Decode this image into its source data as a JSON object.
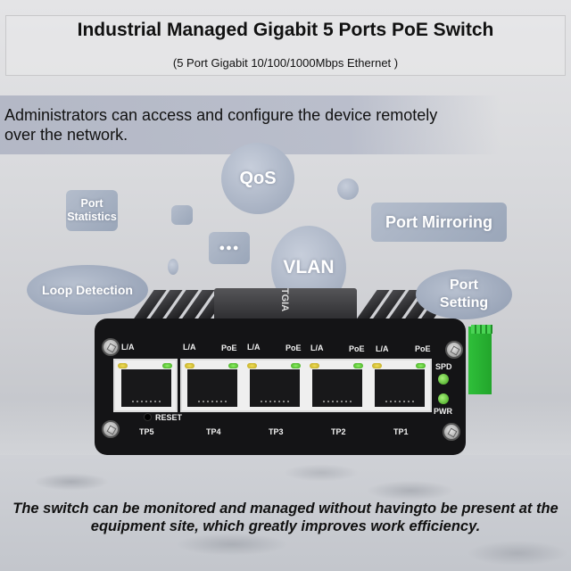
{
  "header": {
    "title": "Industrial Managed Gigabit 5 Ports PoE Switch",
    "subtitle": "(5 Port Gigabit 10/100/1000Mbps Ethernet )"
  },
  "intro": {
    "text": "Administrators can access and configure the device remotely over the network."
  },
  "features": {
    "qos": "QoS",
    "port_statistics_line1": "Port",
    "port_statistics_line2": "Statistics",
    "port_mirroring": "Port Mirroring",
    "vlan": "VLAN",
    "loop_detection": "Loop Detection",
    "port_setting_line1": "Port",
    "port_setting_line2": "Setting",
    "dots": "●●●"
  },
  "device": {
    "logo": "TGIA",
    "reset_label": "RESET",
    "led_labels": {
      "la": "L/A",
      "poe": "PoE",
      "spd": "SPD",
      "pwr": "PWR"
    },
    "ports": [
      {
        "name": "TP5",
        "has_poe": false
      },
      {
        "name": "TP4",
        "has_poe": true
      },
      {
        "name": "TP3",
        "has_poe": true
      },
      {
        "name": "TP2",
        "has_poe": true
      },
      {
        "name": "TP1",
        "has_poe": true
      }
    ],
    "colors": {
      "chassis": "#141416",
      "led_yellow": "#f2e05a",
      "led_green": "#8ef266",
      "terminal_block": "#2fbf3a"
    }
  },
  "footer": {
    "text": "The switch can be monitored and managed without havingto be present at the equipment site, which greatly improves work efficiency."
  }
}
